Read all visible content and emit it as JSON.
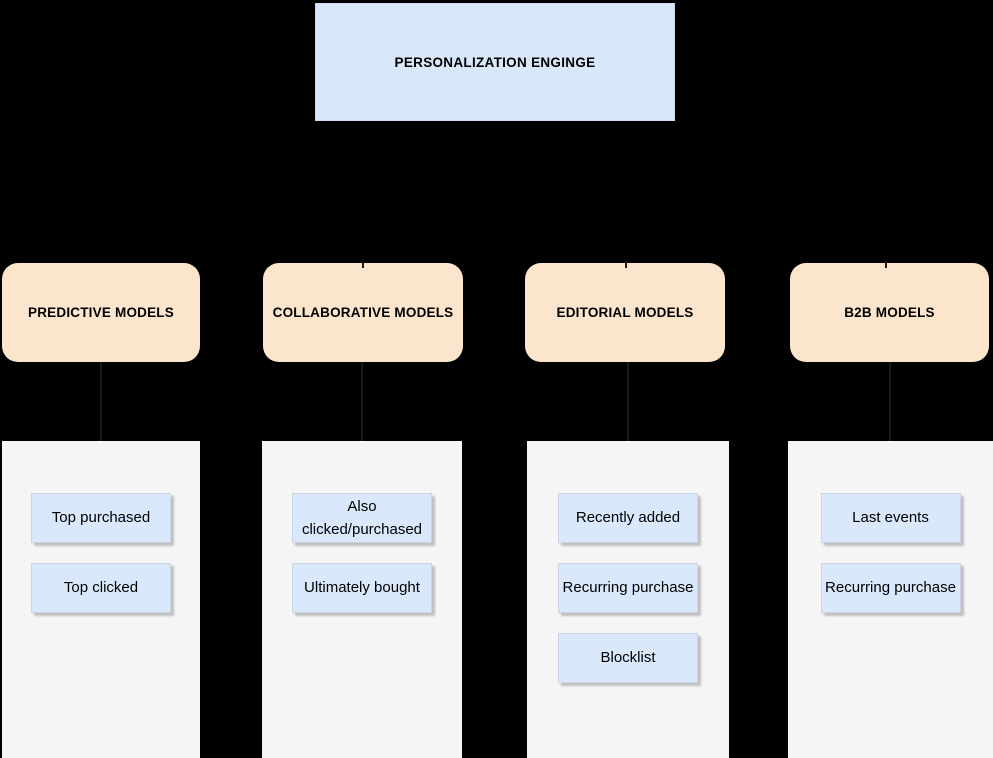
{
  "diagram": {
    "root": {
      "label": "PERSONALIZATION ENGINGE"
    },
    "branches": [
      {
        "label": "PREDICTIVE MODELS",
        "children": [
          "Top purchased",
          "Top clicked"
        ]
      },
      {
        "label": "COLLABORATIVE MODELS",
        "children": [
          "Also clicked/purchased",
          "Ultimately bought"
        ]
      },
      {
        "label": "EDITORIAL MODELS",
        "children": [
          "Recently added",
          "Recurring purchase",
          "Blocklist"
        ]
      },
      {
        "label": "B2B MODELS",
        "children": [
          "Last events",
          "Recurring purchase"
        ]
      }
    ],
    "colors": {
      "background": "#000000",
      "root_fill": "#d8e7fa",
      "branch_fill": "#fce5cd",
      "column_fill": "#f5f5f5",
      "child_fill": "#d9e8fb",
      "text": "#000000",
      "arrow": "#1a1a1a"
    }
  }
}
